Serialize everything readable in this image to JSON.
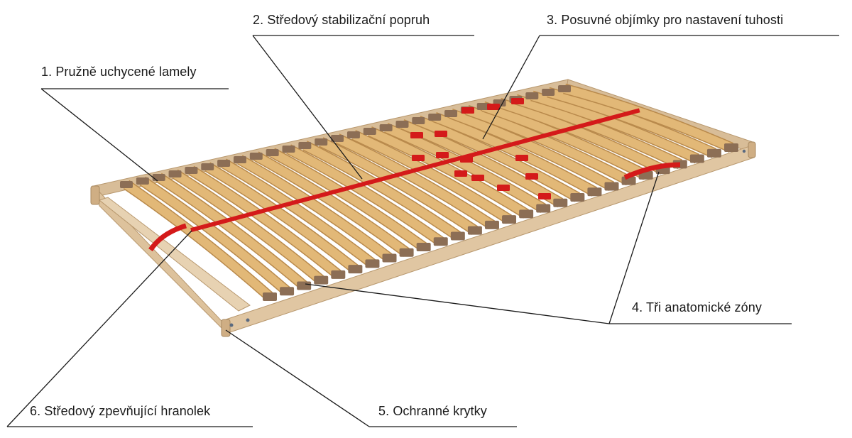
{
  "callouts": [
    {
      "id": 1,
      "text": "1. Pružně uchycené lamely"
    },
    {
      "id": 2,
      "text": "2. Středový stabilizační  popruh"
    },
    {
      "id": 3,
      "text": "3. Posuvné objímky pro nastavení tuhosti"
    },
    {
      "id": 4,
      "text": "4. Tři anatomické zóny"
    },
    {
      "id": 5,
      "text": "5. Ochranné krytky"
    },
    {
      "id": 6,
      "text": "6. Středový zpevňující hranolek"
    }
  ],
  "colors": {
    "frame": "#d8bd98",
    "frame_dark": "#b8986e",
    "slat": "#e2b877",
    "slat_edge": "#b98a4c",
    "holder": "#8c6e55",
    "strap": "#d41a1a",
    "line": "#1a1a1a"
  }
}
